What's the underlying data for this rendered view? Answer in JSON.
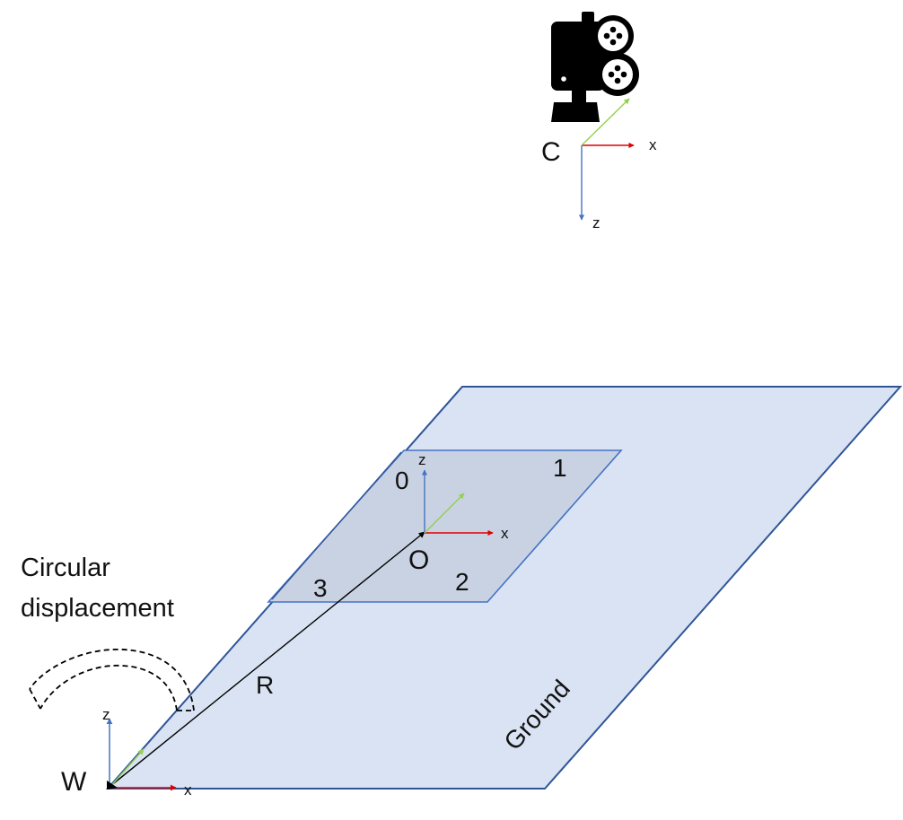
{
  "labels": {
    "camera_frame": "C",
    "object_frame": "O",
    "world_frame": "W",
    "radius": "R",
    "ground": "Ground",
    "caption_line1": "Circular",
    "caption_line2": "displacement"
  },
  "axes": {
    "x": "x",
    "z": "z"
  },
  "corners": [
    "0",
    "1",
    "2",
    "3"
  ],
  "colors": {
    "ground_fill": "#dae3f3",
    "ground_stroke": "#2f5597",
    "marker_fill": "#c9d2e3",
    "marker_stroke": "#4472c4",
    "x_axis": "#e00000",
    "y_axis": "#92d050",
    "z_axis": "#4472c4",
    "camera": "#000000"
  },
  "icons": {
    "camera": "movie-camera-icon"
  }
}
